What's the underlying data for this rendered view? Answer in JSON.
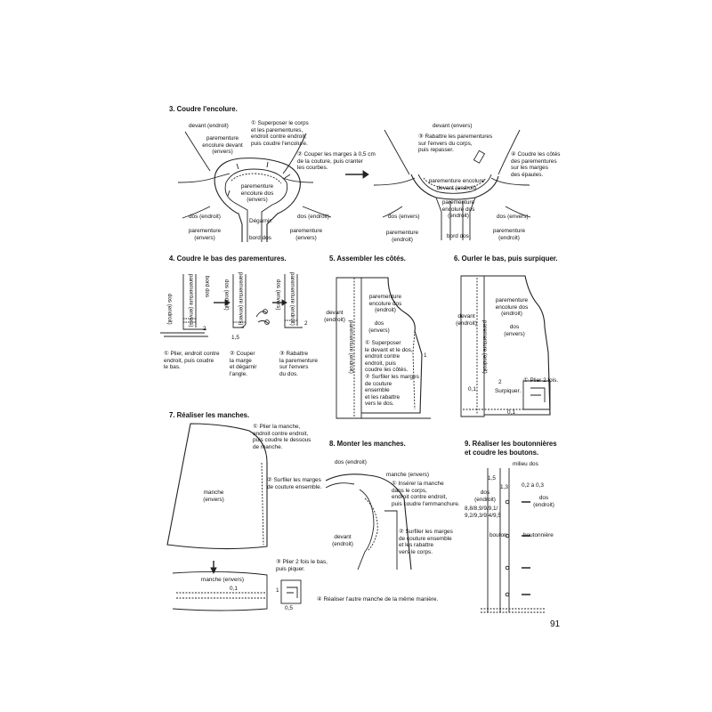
{
  "page_number": "91",
  "s3": {
    "title": "3. Coudre l'encolure.",
    "devant_endroit": "devant (endroit)",
    "parementure_devant": "parementure\nencolure devant\n(envers)",
    "step1": "① Superposer le corps\net les parementures,\nendroit contre endroit,\npuis coudre l'encolure.",
    "step2": "② Couper les marges à 0,5 cm\nde la couture, puis cranter\nles courbes.",
    "parementure_dos": "parementure\nencolure dos\n(envers)",
    "degarnir": "Dégarnir.",
    "dos_endroit_l": "dos (endroit)",
    "dos_endroit_r": "dos (endroit)",
    "parementure_env_l": "parementure\n(envers)",
    "parementure_env_r": "parementure\n(envers)",
    "bord_dos": "bord dos",
    "devant_envers": "devant (envers)",
    "step3": "③ Rabattre les parementures\nsur l'envers du corps,\npuis repasser.",
    "step4": "④ Coudre les côtés\ndes parementures\nsur les marges\ndes épaules.",
    "par_devant_endroit": "parementure encolure\ndevant (endroit)",
    "par_dos_endroit": "parementure\nencolure dos\n(endroit)",
    "dos_envers_l": "dos (envers)",
    "dos_envers_r": "dos (envers)",
    "parementure_endroit_l": "parementure\n(endroit)",
    "parementure_endroit_r": "parementure\n(endroit)",
    "bord_dos_2": "bord dos"
  },
  "s4": {
    "title": "4. Coudre le bas des parementures.",
    "dos_endroit_v1": "dos (endroit)",
    "parementure_envers_v": "parementure (envers)",
    "bord_dos_v": "bord dos",
    "dos_endroit_v2": "dos (endroit)",
    "parementure_envers_v2": "parementure (envers)",
    "dos_envers_v": "dos (envers)",
    "parementure_endroit_v": "parementure (endroit)",
    "n2a": "2",
    "n15": "1,5",
    "n2b": "2",
    "step1": "① Plier, endroit contre\nendroit, puis coudre\nle bas.",
    "step2": "② Couper\nla marge\net dégarnir\nl'angle.",
    "step3": "③ Rabattre\nla parementure\nsur l'envers\ndu dos."
  },
  "s5": {
    "title": "5. Assembler les côtés.",
    "parementure_dos": "parementure\nencolure dos\n(endroit)",
    "dos_envers": "dos\n(envers)",
    "devant_endroit": "devant\n(endroit)",
    "parementure_endroit_v": "parementure (endroit)",
    "step1": "① Superposer\nle devant et le dos,\nendroit contre\nendroit, puis\ncoudre les côtés.",
    "step2": "② Surfiler les marges\nde couture\nensemble\net les rabattre\nvers le dos.",
    "n1": "1"
  },
  "s6": {
    "title": "6. Ourler le bas, puis surpiquer.",
    "parementure_dos": "parementure\nencolure dos\n(endroit)",
    "dos_envers": "dos\n(envers)",
    "devant_endroit": "devant\n(endroit)",
    "parementure_endroit_v": "parementure (endroit)",
    "n01a": "0,1",
    "n2": "2",
    "surpiquer": "Surpiquer.",
    "n01b": "0,1",
    "step": "① Plier 2 fois."
  },
  "s7": {
    "title": "7. Réaliser les manches.",
    "step1": "① Plier la manche,\nendroit contre endroit,\npuis coudre le dessous\nde manche.",
    "step2": "② Surfiler les marges\nde couture ensemble.",
    "manche": "manche\n(envers)",
    "manche2": "manche (envers)",
    "n01": "0,1",
    "step3": "③ Plier 2 fois le bas,\npuis piquer.",
    "n1": "1",
    "n05": "0,5",
    "step4": "④ Réaliser l'autre manche de la même manière."
  },
  "s8": {
    "title": "8. Monter les manches.",
    "dos_endroit": "dos (endroit)",
    "manche_envers": "manche (envers)",
    "step1": "① Insérer la manche\ndans le corps,\nendroit contre endroit,\npuis coudre l'emmanchure.",
    "step2": "② Surfiler les marges\nde couture ensemble\net les rabattre\nvers le corps.",
    "devant_endroit": "devant\n(endroit)"
  },
  "s9": {
    "title": "9. Réaliser les boutonnières\net coudre les boutons.",
    "milieu_dos": "milieu dos",
    "n15": "1,5",
    "n13": "1,3",
    "n0203": "0,2 à 0,3",
    "dos_endroit_l": "dos\n(endroit)",
    "dos_endroit_r": "dos\n(endroit)",
    "sizes1": "8,8/8,9/9/9,1/",
    "sizes2": "9,2/9,3/9,4/9,5",
    "bouton": "bouton",
    "boutonniere": "boutonnière"
  }
}
